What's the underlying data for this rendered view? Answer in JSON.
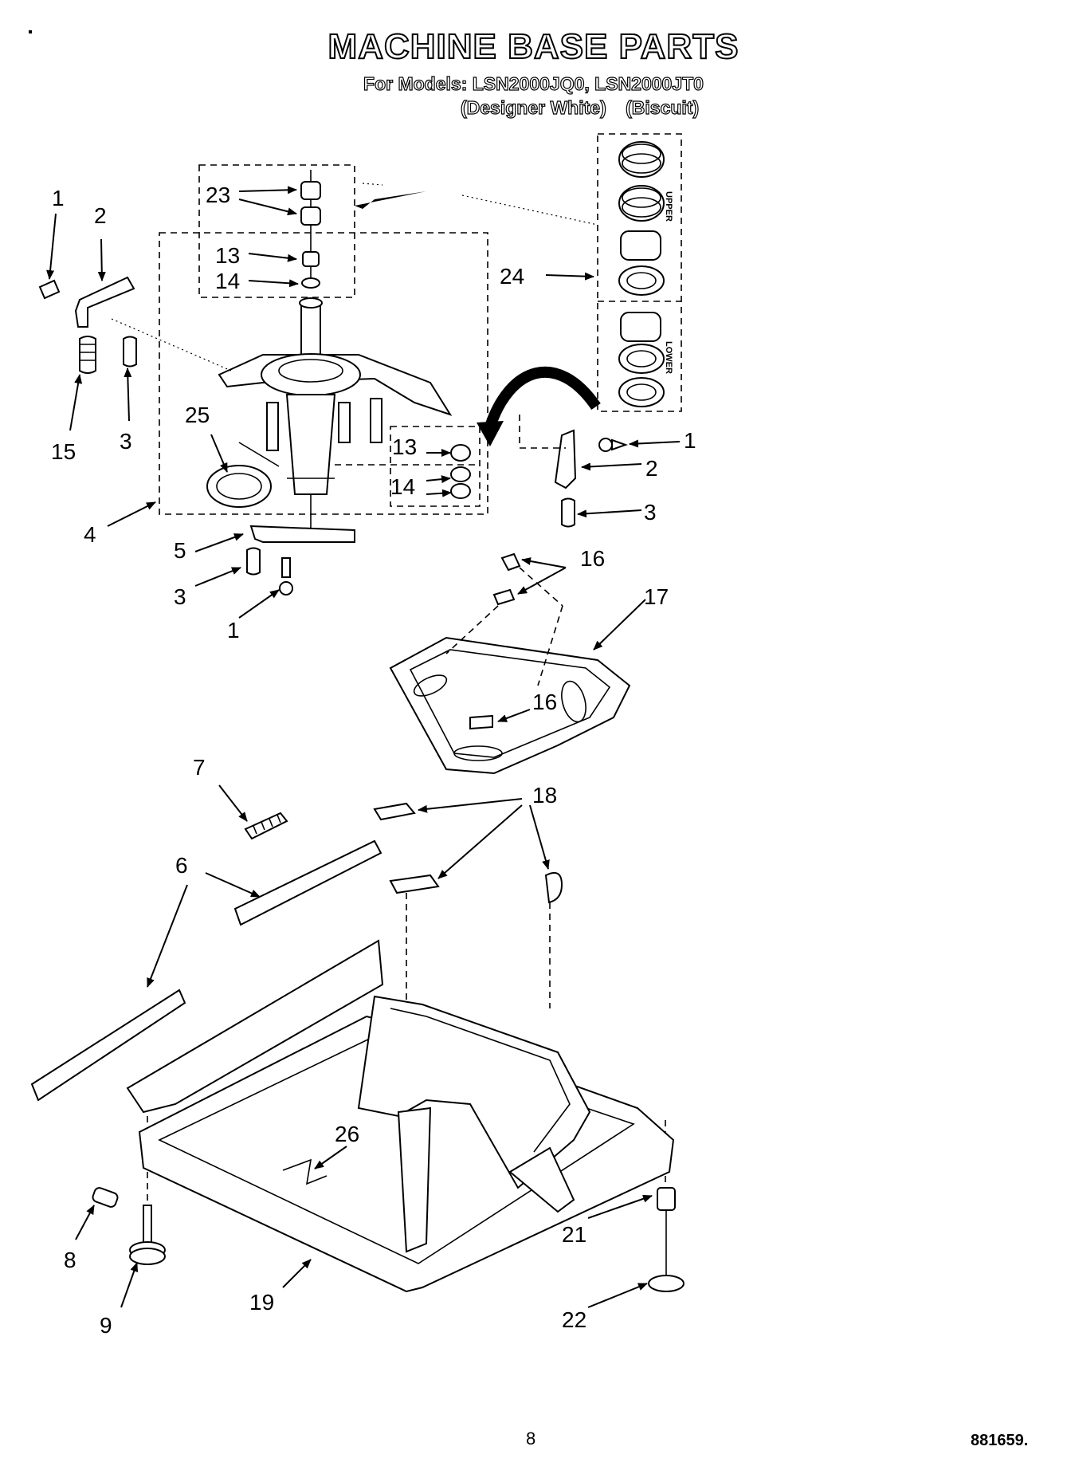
{
  "title": "MACHINE BASE PARTS",
  "models_line": "For Models: LSN2000JQ0, LSN2000JT0",
  "variants": [
    "(Designer White)",
    "(Biscuit)"
  ],
  "inset_labels": {
    "upper": "UPPER",
    "lower": "LOWER"
  },
  "callouts": [
    {
      "id": "c1a",
      "text": "1"
    },
    {
      "id": "c2a",
      "text": "2"
    },
    {
      "id": "c15",
      "text": "15"
    },
    {
      "id": "c3a",
      "text": "3"
    },
    {
      "id": "c23",
      "text": "23"
    },
    {
      "id": "c13a",
      "text": "13"
    },
    {
      "id": "c14a",
      "text": "14"
    },
    {
      "id": "c24",
      "text": "24"
    },
    {
      "id": "c25",
      "text": "25"
    },
    {
      "id": "c4",
      "text": "4"
    },
    {
      "id": "c13b",
      "text": "13"
    },
    {
      "id": "c14b",
      "text": "14"
    },
    {
      "id": "c1b",
      "text": "1"
    },
    {
      "id": "c2b",
      "text": "2"
    },
    {
      "id": "c3b",
      "text": "3"
    },
    {
      "id": "c5",
      "text": "5"
    },
    {
      "id": "c3c",
      "text": "3"
    },
    {
      "id": "c1c",
      "text": "1"
    },
    {
      "id": "c16a",
      "text": "16"
    },
    {
      "id": "c17",
      "text": "17"
    },
    {
      "id": "c16b",
      "text": "16"
    },
    {
      "id": "c7",
      "text": "7"
    },
    {
      "id": "c18",
      "text": "18"
    },
    {
      "id": "c6",
      "text": "6"
    },
    {
      "id": "c26",
      "text": "26"
    },
    {
      "id": "c8",
      "text": "8"
    },
    {
      "id": "c9",
      "text": "9"
    },
    {
      "id": "c19",
      "text": "19"
    },
    {
      "id": "c21",
      "text": "21"
    },
    {
      "id": "c22",
      "text": "22"
    }
  ],
  "page_number": "8",
  "doc_code": "881659."
}
